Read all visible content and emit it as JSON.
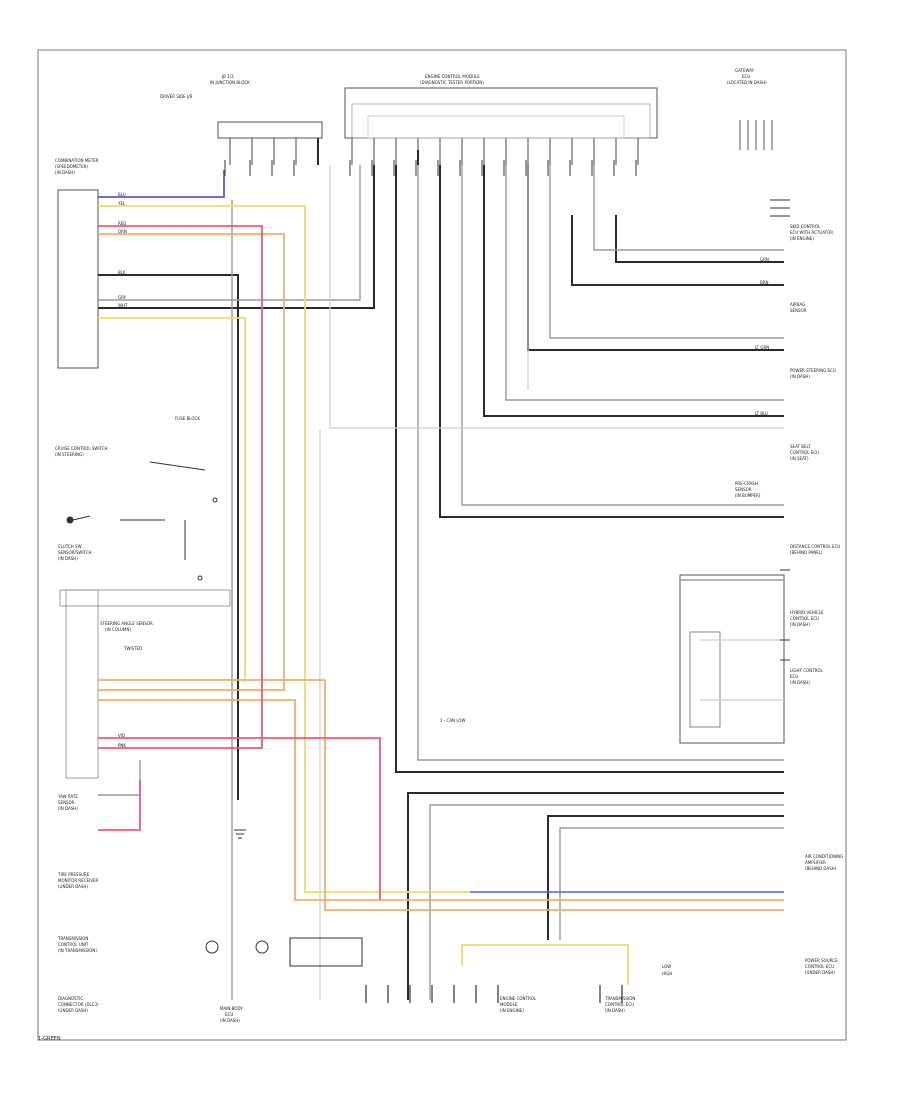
{
  "diagram": {
    "footer_code": "1-GREEN",
    "top_labels": {
      "jb_label": "JB 1/2",
      "jb_sub": "IN JUNCTION BLOCK",
      "driver_side_jb": "DRIVER SIDE J/B",
      "engine_control": "ENGINE CONTROL MODULE",
      "engine_control_sub": "(DIAGNOSTIC TESTER PORTION)",
      "gateway": "GATEWAY",
      "gateway_sub": "ECU",
      "gateway_loc": "(LOCATED IN DASH)"
    },
    "left_labels": {
      "combination_meter": "COMBINATION METER",
      "combination_sub": "(SPEEDOMETER)",
      "combination_loc": "(IN DASH)",
      "fuse_label": "FUSE BLOCK",
      "cruise_switch": "CRUISE CONTROL SWITCH",
      "cruise_loc": "(IN STEERING)",
      "clutch": "CLUTCH SW",
      "clutch_sub": "SENSOR/SWITCH",
      "clutch_loc": "(IN DASH)",
      "steering_angle": "STEERING ANGLE SENSOR",
      "steering_loc": "(IN COLUMN)",
      "yaw_rate": "YAW RATE",
      "yaw_sub": "SENSOR",
      "yaw_loc": "(IN DASH)",
      "tire_pressure": "TIRE PRESSURE",
      "tire_sub": "MONITOR RECEIVER",
      "tire_loc": "(UNDER DASH)",
      "transmission": "TRANSMISSION",
      "transmission_sub": "CONTROL UNIT",
      "transmission_loc": "(IN TRANSMISSION)",
      "diagnostic": "DIAGNOSTIC",
      "diagnostic_sub": "CONNECTOR (DLC3)",
      "diagnostic_loc": "(UNDER DASH)"
    },
    "right_labels": {
      "skid_control": "SKID CONTROL",
      "skid_sub": "ECU WITH ACTUATOR",
      "skid_loc": "(IN ENGINE)",
      "airbag": "AIRBAG",
      "airbag_sub": "SENSOR",
      "power_steering": "POWER STEERING ECU",
      "power_steering_loc": "(IN DASH)",
      "seat_belt": "SEAT BELT",
      "seat_belt_sub": "CONTROL ECU",
      "seat_belt_loc": "(IN SEAT)",
      "pre_crash": "PRE-CRASH",
      "pre_crash_sub": "SENSOR",
      "pre_crash_loc": "(IN BUMPER)",
      "distance": "DISTANCE CONTROL ECU",
      "distance_loc": "(BEHIND PANEL)",
      "hybrid": "HYBRID VEHICLE",
      "hybrid_sub": "CONTROL ECU",
      "hybrid_loc": "(IN DASH)",
      "light_control": "LIGHT CONTROL",
      "light_sub": "ECU",
      "light_loc": "(IN DASH)",
      "air_cond": "AIR CONDITIONING",
      "air_cond_sub": "AMPLIFIER",
      "air_cond_loc": "(BEHIND DASH)",
      "power_source": "POWER SOURCE",
      "power_source_sub": "CONTROL ECU",
      "power_source_loc": "(UNDER DASH)"
    },
    "bottom_labels": {
      "main_body": "MAIN BODY",
      "main_body_sub": "ECU",
      "main_body_loc": "(IN DASH)",
      "engine_ctrl": "ENGINE CONTROL",
      "engine_ctrl_sub": "MODULE",
      "engine_ctrl_loc": "(IN ENGINE)",
      "transmission_ctrl": "TRANSMISSION",
      "transmission_ctrl_sub": "CONTROL ECU",
      "transmission_ctrl_loc": "(IN DASH)",
      "center_note": "1 - CAN LOW",
      "low_label": "LOW",
      "high_label": "HIGH"
    },
    "wire_colors": {
      "black": "#2b2b2b",
      "gray": "#8c8c8c",
      "blue": "#5a5ae6",
      "yellow": "#e6e06a",
      "orange": "#eeb06a",
      "pink": "#ef5a7a",
      "light_gray": "#cfcfcf"
    },
    "wire_abbrevs": {
      "blu": "BLU",
      "wht": "WHT",
      "grn": "GRN",
      "yel": "YEL",
      "red": "RED",
      "blk": "BLK",
      "pnk": "PNK",
      "vio": "VIO",
      "orn": "ORN",
      "gry": "GRY",
      "brn": "BRN",
      "ltgrn": "LT GRN",
      "ltblu": "LT BLU",
      "twisted": "TWISTED"
    }
  }
}
